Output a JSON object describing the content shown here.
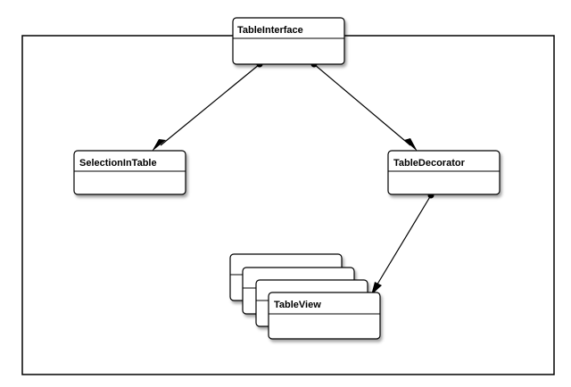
{
  "diagram": {
    "classes": [
      {
        "id": "table-interface",
        "name": "TableInterface"
      },
      {
        "id": "selection-in-table",
        "name": "SelectionInTable"
      },
      {
        "id": "table-decorator",
        "name": "TableDecorator"
      },
      {
        "id": "table-view",
        "name": "TableView",
        "stacked": true
      }
    ],
    "associations": [
      {
        "from": "table-interface",
        "to": "selection-in-table",
        "source_end": "dot",
        "target_end": "arrow"
      },
      {
        "from": "table-interface",
        "to": "table-decorator",
        "source_end": "dot",
        "target_end": "arrow"
      },
      {
        "from": "table-decorator",
        "to": "table-view",
        "source_end": "dot",
        "target_end": "arrow"
      }
    ]
  }
}
